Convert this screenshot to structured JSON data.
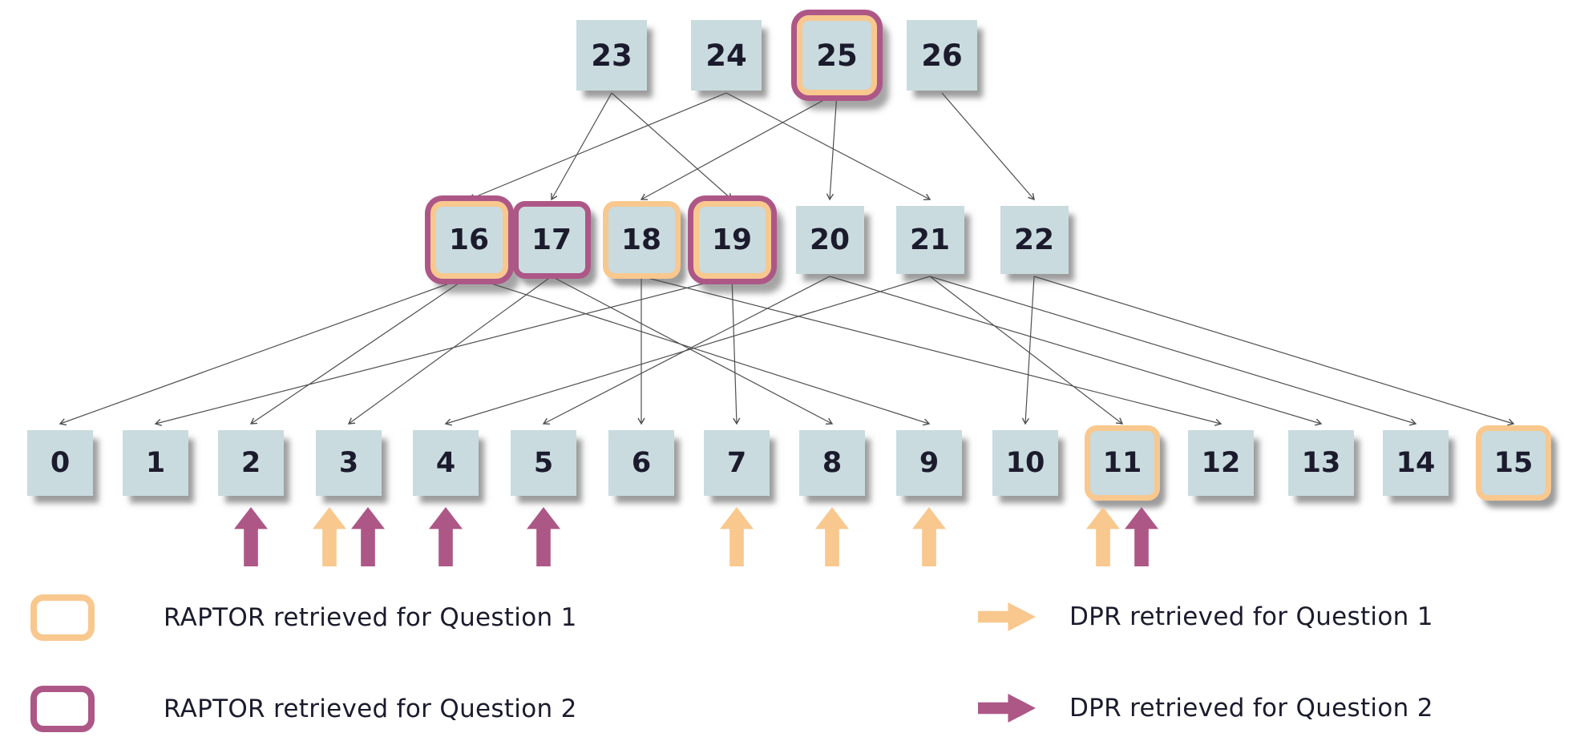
{
  "tree": {
    "top_row": [
      "23",
      "24",
      "25",
      "26"
    ],
    "middle_row": [
      "16",
      "17",
      "18",
      "19",
      "20",
      "21",
      "22"
    ],
    "bottom_row": [
      "0",
      "1",
      "2",
      "3",
      "4",
      "5",
      "6",
      "7",
      "8",
      "9",
      "10",
      "11",
      "12",
      "13",
      "14",
      "15"
    ],
    "edges": [
      [
        "23",
        "17"
      ],
      [
        "23",
        "19"
      ],
      [
        "24",
        "16"
      ],
      [
        "24",
        "21"
      ],
      [
        "25",
        "18"
      ],
      [
        "25",
        "20"
      ],
      [
        "26",
        "22"
      ],
      [
        "16",
        "0"
      ],
      [
        "16",
        "2"
      ],
      [
        "16",
        "9"
      ],
      [
        "17",
        "3"
      ],
      [
        "17",
        "8"
      ],
      [
        "18",
        "6"
      ],
      [
        "18",
        "12"
      ],
      [
        "19",
        "1"
      ],
      [
        "19",
        "7"
      ],
      [
        "20",
        "5"
      ],
      [
        "20",
        "13"
      ],
      [
        "21",
        "4"
      ],
      [
        "21",
        "11"
      ],
      [
        "21",
        "14"
      ],
      [
        "22",
        "10"
      ],
      [
        "22",
        "15"
      ]
    ],
    "raptor_q1_ringed_nodes": [
      "16",
      "18",
      "19",
      "25",
      "11",
      "15"
    ],
    "raptor_q2_ringed_nodes": [
      "16",
      "17",
      "19",
      "25"
    ],
    "dpr_q1_arrow_leaves": [
      "3",
      "7",
      "8",
      "9",
      "11"
    ],
    "dpr_q2_arrow_leaves": [
      "2",
      "3",
      "4",
      "5",
      "11"
    ]
  },
  "legend": {
    "raptor_q1": "RAPTOR retrieved for Question 1",
    "raptor_q2": "RAPTOR retrieved for Question 2",
    "dpr_q1": "DPR retrieved for Question 1",
    "dpr_q2": "DPR retrieved for Question 2"
  },
  "colors": {
    "question1_orange": "#f8c88e",
    "question2_purple": "#ad5787",
    "node_fill": "#c9dbde",
    "edge_line": "#4f4f4f",
    "text": "#1b1b2d"
  }
}
